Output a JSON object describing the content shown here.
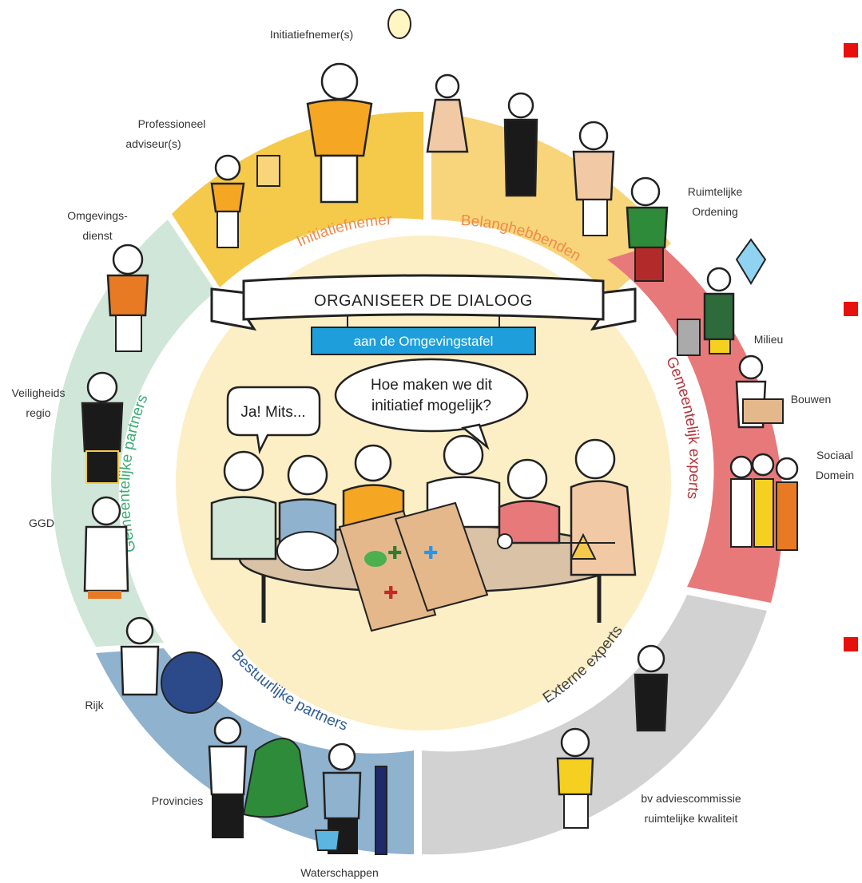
{
  "banner": {
    "title": "ORGANISEER DE DIALOOG",
    "subtitle": "aan de Omgevingstafel"
  },
  "speech": {
    "left": "Ja! Mits...",
    "right_line1": "Hoe maken we dit",
    "right_line2": "initiatief mogelijk?"
  },
  "segments": {
    "initiatiefnemer": "Initiatiefnemer",
    "belanghebbenden": "Belanghebbenden",
    "gemeentelijk_experts": "Gemeentelijk experts",
    "externe_experts": "Externe experts",
    "bestuurlijke_partners": "Bestuurlijke partners",
    "gemeentelijke_partners": "Gemeentelijke partners"
  },
  "people": {
    "initiatiefnemers": "Initiatiefnemer(s)",
    "professioneel_1": "Professioneel",
    "professioneel_2": "adviseur(s)",
    "omgevings_1": "Omgevings-",
    "omgevings_2": "dienst",
    "veiligheids_1": "Veiligheids",
    "veiligheids_2": "regio",
    "ggd": "GGD",
    "rijk": "Rijk",
    "provincies": "Provincies",
    "waterschappen": "Waterschappen",
    "ruimtelijke_1": "Ruimtelijke",
    "ruimtelijke_2": "Ordening",
    "milieu": "Milieu",
    "bouwen": "Bouwen",
    "sociaal_1": "Sociaal",
    "sociaal_2": "Domein",
    "bv_1": "bv adviescommissie",
    "bv_2": "ruimtelijke kwaliteit"
  },
  "colors": {
    "initiatiefnemer": "#f5c94a",
    "belanghebbenden": "#f8d57a",
    "gemeentelijk_experts": "#e8797a",
    "externe_experts": "#d2d2d2",
    "bestuurlijke_partners": "#8fb2cf",
    "gemeentelijke_partners": "#cfe6d8",
    "inner_circle": "#fcefc6",
    "banner_blue": "#1e9fdc",
    "bullet_red": "#e8100c",
    "ring_text_green": "#3bab72",
    "ring_text_red": "#b5363b",
    "ring_text_blue": "#2f5f93",
    "ring_text_orange": "#f08a4b"
  }
}
